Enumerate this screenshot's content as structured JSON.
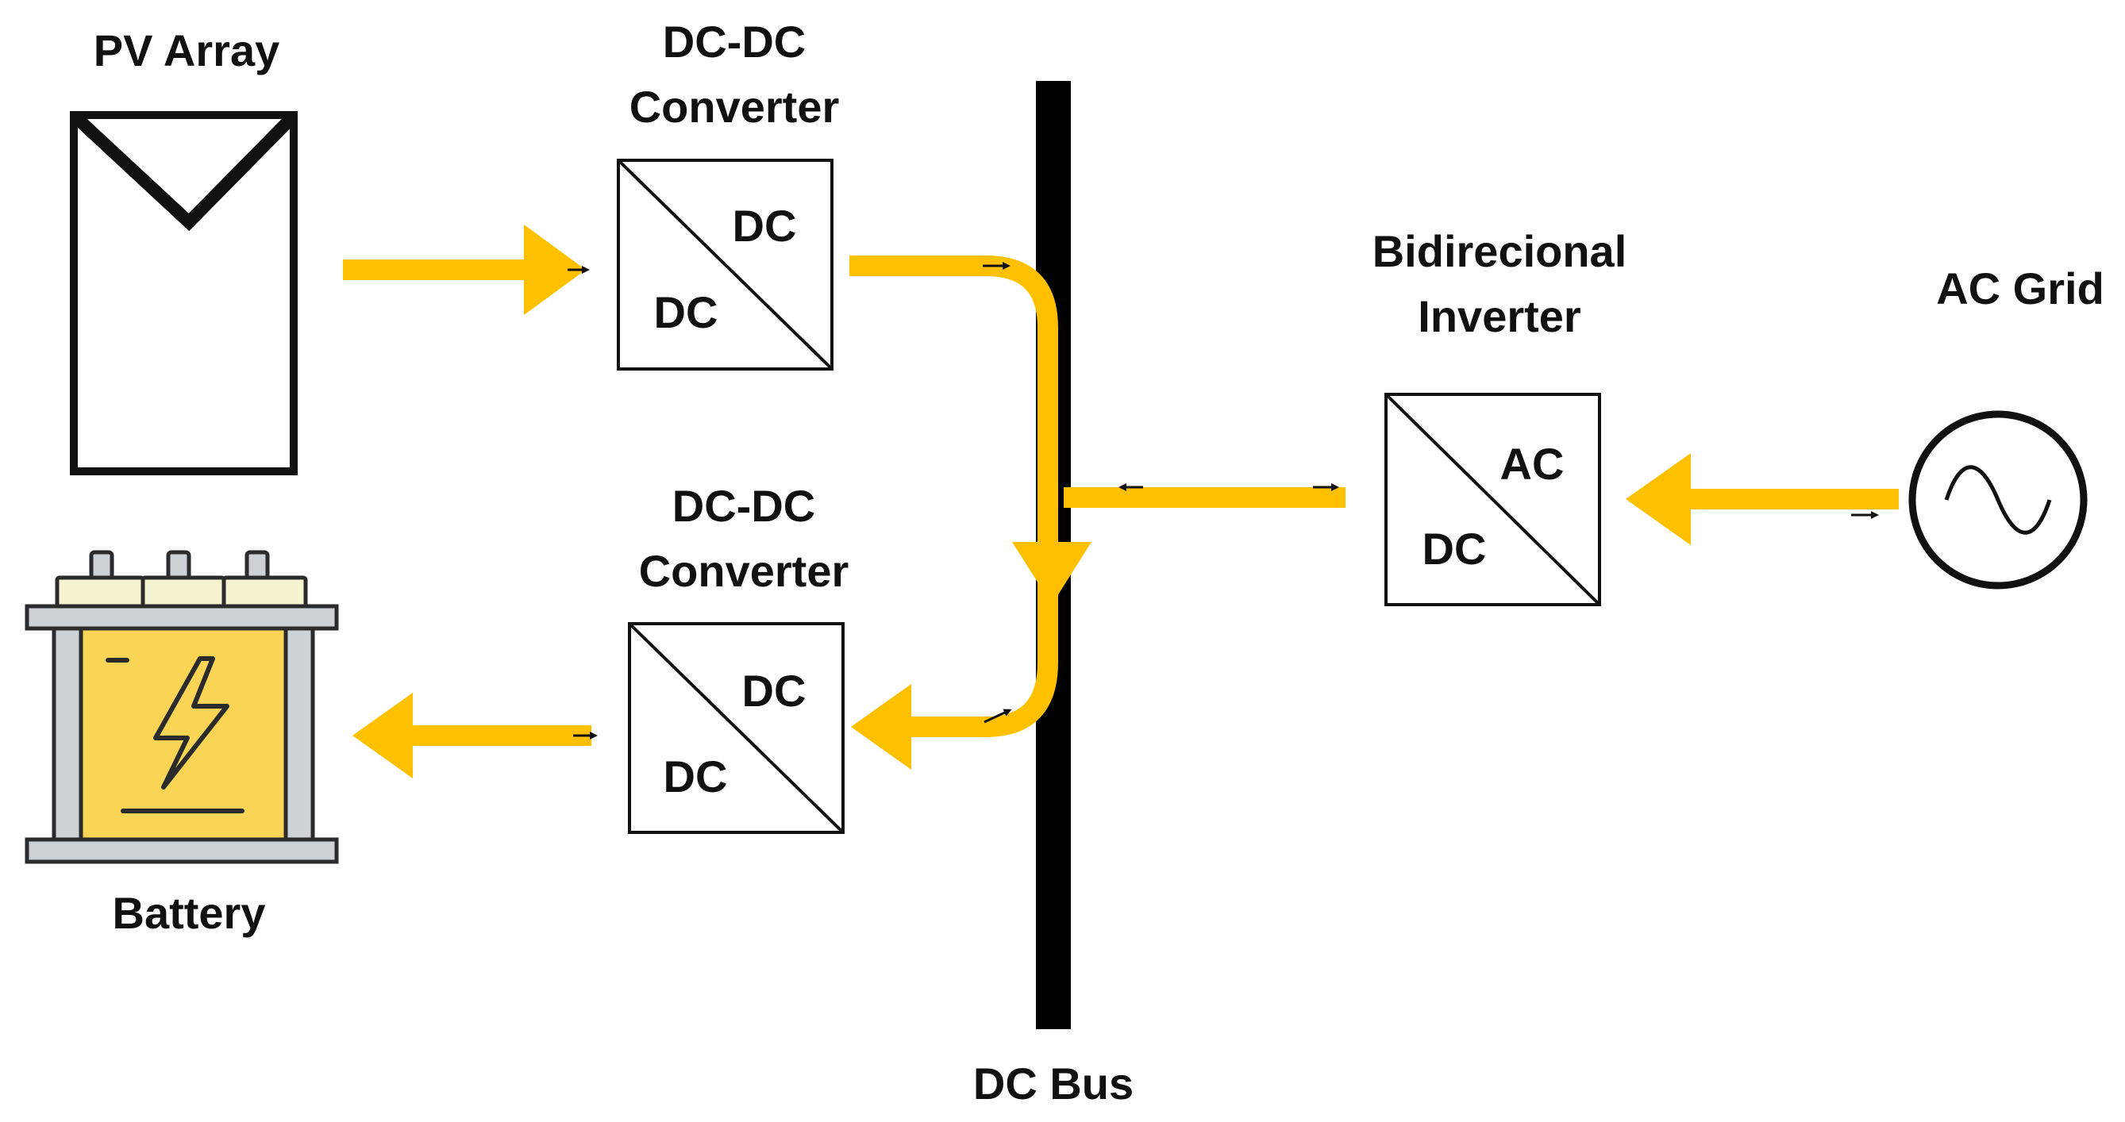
{
  "labels": {
    "pv_array": "PV Array",
    "converter_top": [
      "DC-DC",
      "Converter"
    ],
    "converter_bottom": [
      "DC-DC",
      "Converter"
    ],
    "inverter": [
      "Bidirecional",
      "Inverter"
    ],
    "ac_grid": "AC Grid",
    "battery": "Battery",
    "dc_bus": "DC Bus"
  },
  "blocks": {
    "converter_top": {
      "in": "DC",
      "out": "DC"
    },
    "converter_bottom": {
      "in": "DC",
      "out": "DC"
    },
    "inverter": {
      "in": "DC",
      "out": "AC"
    }
  },
  "icons": {
    "pv_array": "solar-panel-icon",
    "battery": "battery-bolt-icon",
    "ac_grid": "ac-sine-source-icon"
  },
  "colors": {
    "flow": "#FFC000",
    "bus": "#000000",
    "battery_body": "#FAD455",
    "battery_frame": "#CDD2D7",
    "battery_caps": "#F5F3D0",
    "outline": "#111111"
  }
}
